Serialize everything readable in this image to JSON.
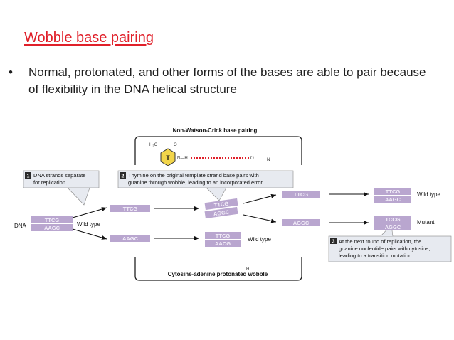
{
  "slide": {
    "title": "Wobble base pairing",
    "bullet": "Normal, protonated, and other forms of the bases are able to pair because of flexibility in the DNA helical structure"
  },
  "figure": {
    "inset_top_title": "Non-Watson-Crick base pairing",
    "inset_bottom_title": "Cytosine-adenine protonated wobble",
    "chem_h3c": "H₃C",
    "chem_o": "O",
    "chem_t": "T",
    "chem_nh": "N—H",
    "chem_n": "N",
    "chem_o2": "O",
    "chem_h": "H",
    "dna_label": "DNA",
    "step1_num": "1",
    "step1_line1": "DNA strands separate",
    "step1_line2": "for replication.",
    "step2_num": "2",
    "step2_line1": "Thymine on the original template strand base pairs with",
    "step2_line2": "guanine through wobble, leading to an incorporated error.",
    "step3_num": "3",
    "step3_line1": "At the next round of replication, the",
    "step3_line2": "guanine nucleotide pairs with cytosine,",
    "step3_line3": "leading to a transition mutation.",
    "wild_type_label": "Wild type",
    "mutant_label": "Mutant",
    "seq_orig_top": "TTCG",
    "seq_orig_bottom": "AAGC",
    "seq_sep_top": "TTCG",
    "seq_sep_bottom": "AAGC",
    "seq_wobble_top": "TTCG",
    "seq_wobble_bottom": "AGGC",
    "seq_wt_top": "TTCG",
    "seq_wt_bottom": "AACG",
    "seq_r2_top": "TTCG",
    "seq_r2_mid": "AGGC",
    "seq_final_wt_top": "TTCG",
    "seq_final_wt_bottom": "AAGC",
    "seq_final_mut_top": "TCCG",
    "seq_final_mut_bottom": "AGGC",
    "colors": {
      "title_red": "#e0202a",
      "strand_purple": "#b9a6cf",
      "strand_text": "#f3eef9",
      "callout_fill": "#e7eaf0",
      "number_box": "#2a2a2a",
      "hbond_red": "#e0202a",
      "ring_yellow": "#f2d54a"
    }
  }
}
